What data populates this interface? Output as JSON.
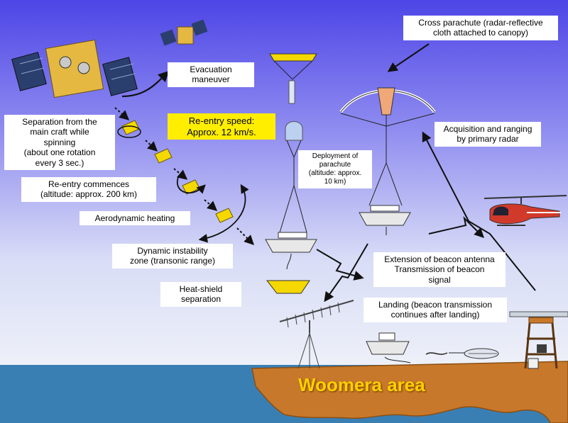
{
  "labels": {
    "cross_parachute": [
      "Cross parachute (radar-reflective",
      "cloth attached to canopy)"
    ],
    "evacuation": [
      "Evacuation",
      "maneuver"
    ],
    "reentry_speed": [
      "Re-entry speed:",
      "Approx. 12 km/s."
    ],
    "separation": [
      "Separation from the",
      "main craft while",
      "spinning",
      "(about one rotation",
      "every 3 sec.)"
    ],
    "deployment": [
      "Deployment of",
      "parachute",
      "(altitude: approx.",
      "10 km)"
    ],
    "acquisition": [
      "Acquisition and ranging",
      "by primary radar"
    ],
    "reentry_commences": [
      "Re-entry commences",
      "(altitude: approx. 200 km)"
    ],
    "aero_heating": [
      "Aerodynamic heating"
    ],
    "instability": [
      "Dynamic instability",
      "zone (transonic range)"
    ],
    "beacon": [
      "Extension of beacon antenna",
      "Transmission of beacon",
      "signal"
    ],
    "heat_shield": [
      "Heat-shield",
      "separation"
    ],
    "landing": [
      "Landing (beacon transmission",
      "continues after landing)"
    ],
    "region": "Woomera area"
  },
  "colors": {
    "sky_top": "#4d45e6",
    "sky_bottom": "#e8edf7",
    "sea": "#3a7fb4",
    "land": "#c8782a",
    "capsule": "#f5d800",
    "region_text": "#ffd000",
    "highlight_label": "#ffee00"
  },
  "icons": [
    "satellite-icon",
    "capsule-icon",
    "parachute-icon",
    "heat-shield-icon",
    "antenna-icon",
    "helicopter-icon",
    "radar-tower-icon",
    "rover-icon"
  ]
}
